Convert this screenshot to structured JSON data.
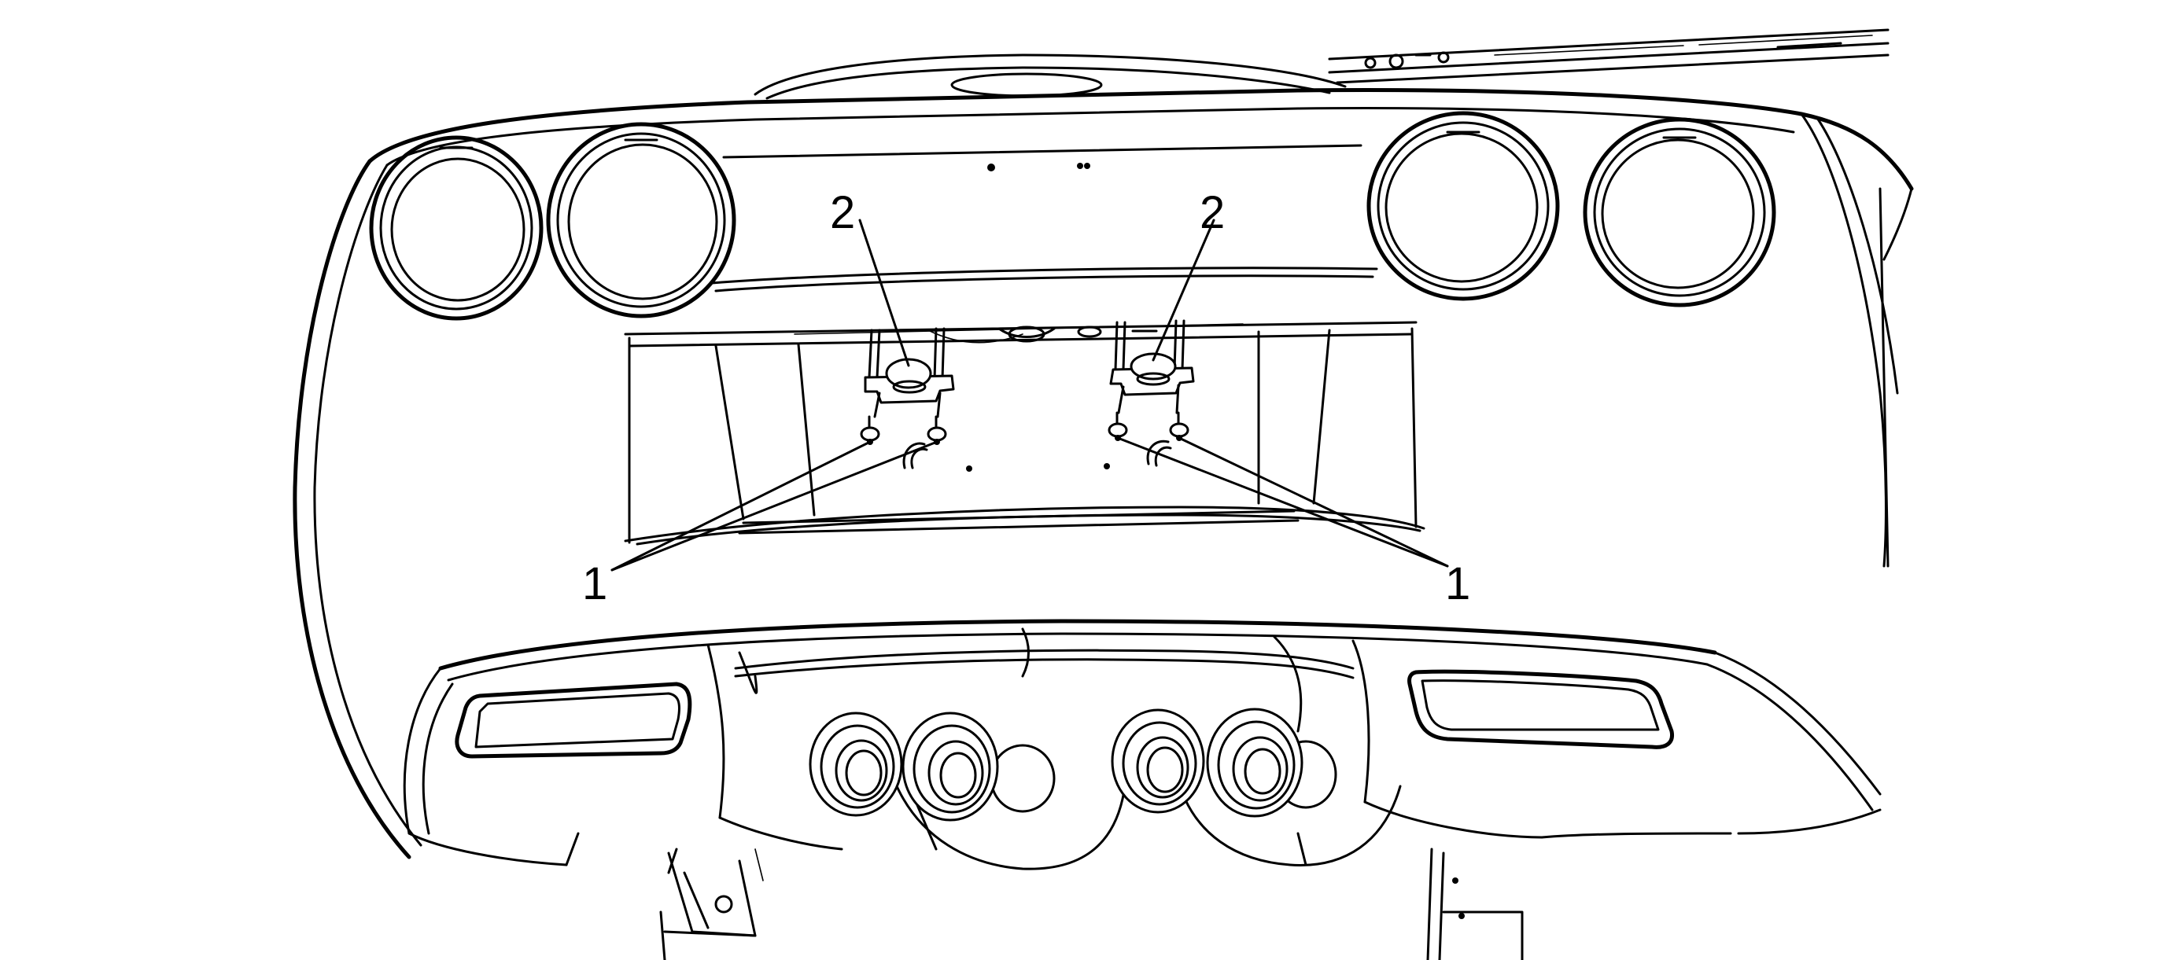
{
  "callouts": [
    {
      "id": "left-2",
      "label": "2"
    },
    {
      "id": "right-2",
      "label": "2"
    },
    {
      "id": "left-1",
      "label": "1"
    },
    {
      "id": "right-1",
      "label": "1"
    }
  ],
  "colors": {
    "line": "#000000",
    "background": "#ffffff"
  }
}
